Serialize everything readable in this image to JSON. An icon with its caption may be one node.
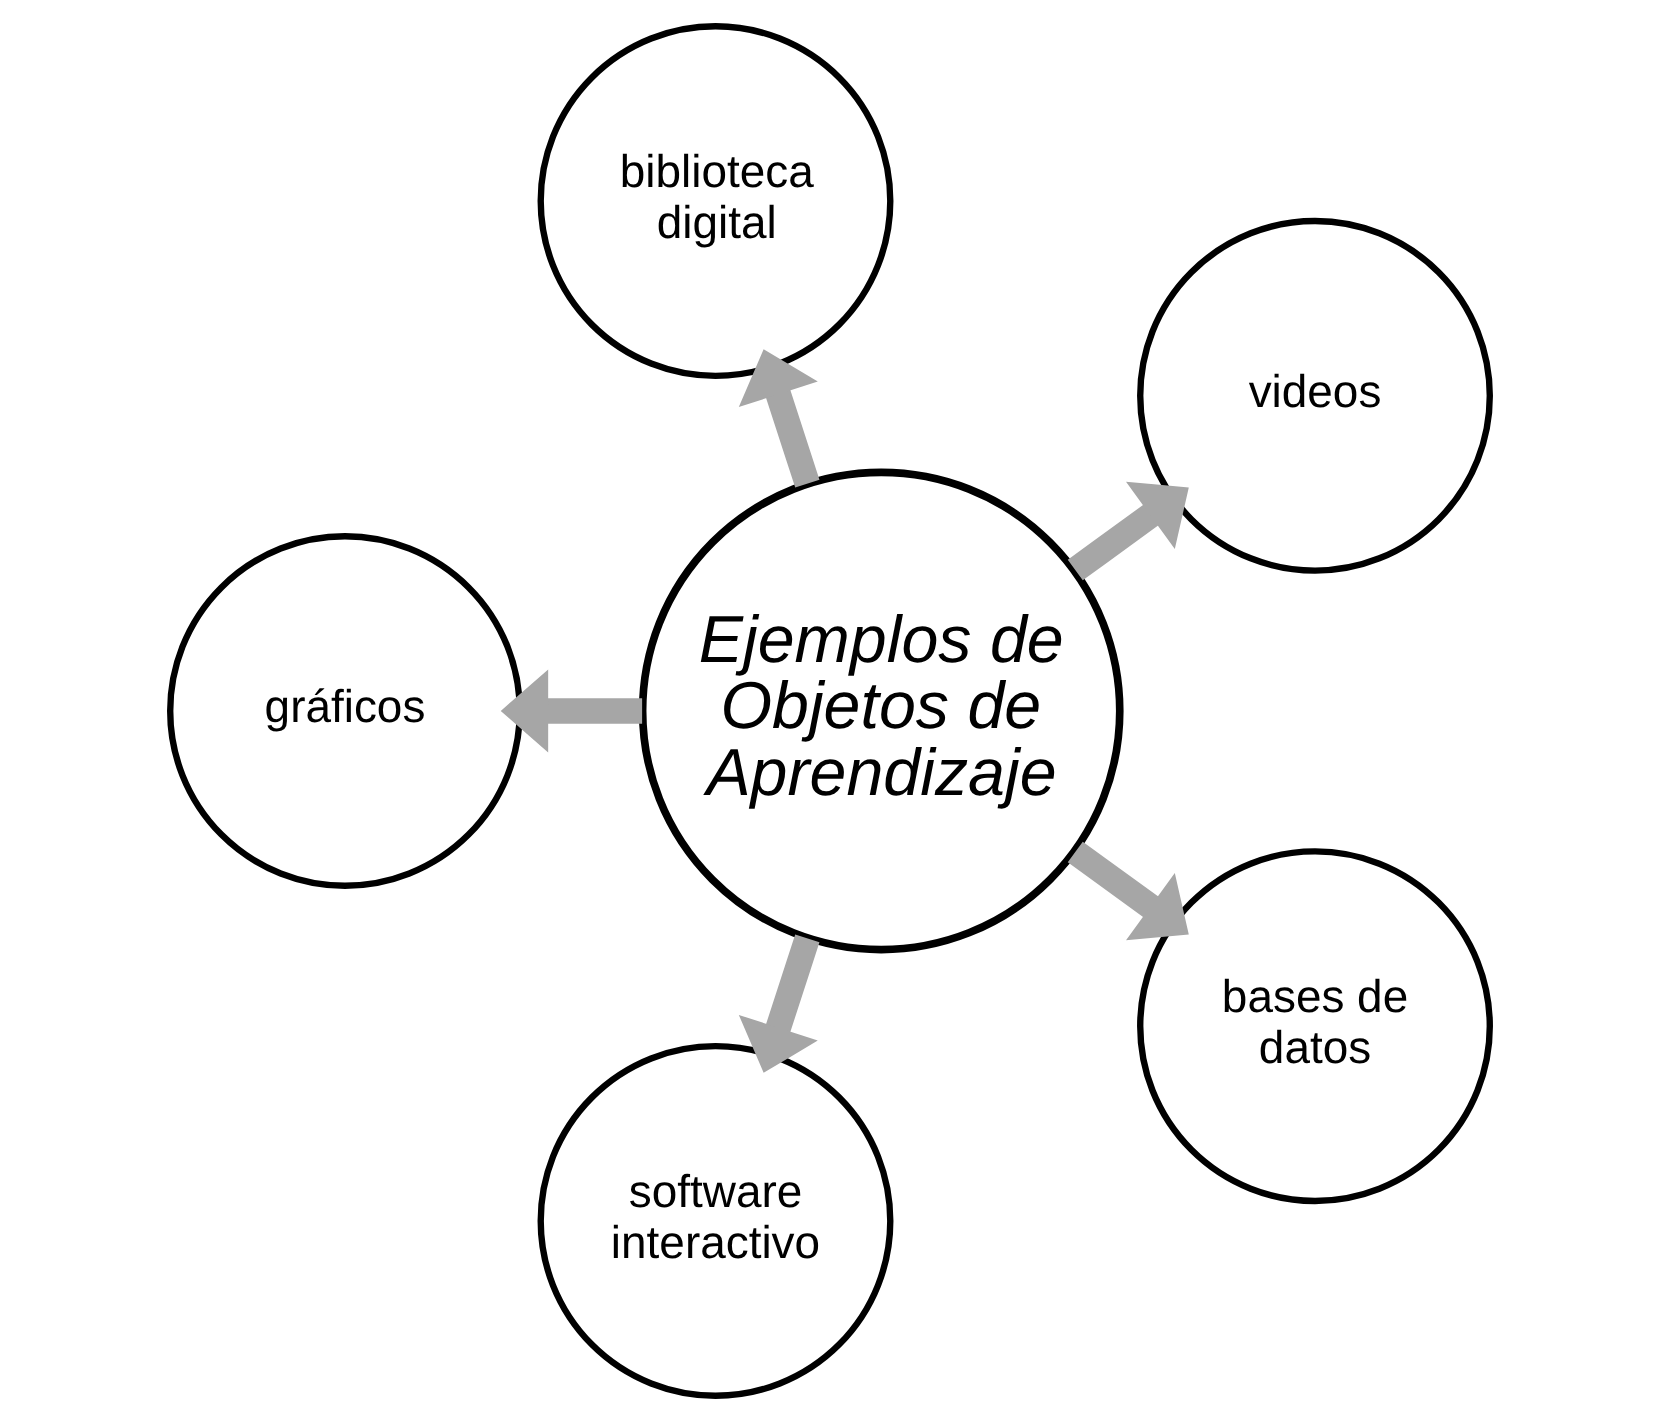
{
  "diagram": {
    "nodes": [
      {
        "text": [
          "Ejemplos de Objetos de Aprendizaje"
        ]
      },
      {
        "text": [
          "videos"
        ]
      },
      {
        "text": [
          "biblioteca digital"
        ]
      },
      {
        "text": [
          "gráficos"
        ]
      },
      {
        "text": [
          "software interactivo"
        ]
      },
      {
        "text": [
          "bases de datos"
        ]
      }
    ],
    "edges": [
      {
        "from": 0,
        "to": 1,
        "arrow": "to"
      },
      {
        "from": 0,
        "to": 2,
        "arrow": "to"
      },
      {
        "from": 0,
        "to": 3,
        "arrow": "to"
      },
      {
        "from": 0,
        "to": 4,
        "arrow": "to"
      },
      {
        "from": 0,
        "to": 5,
        "arrow": "to"
      }
    ]
  }
}
